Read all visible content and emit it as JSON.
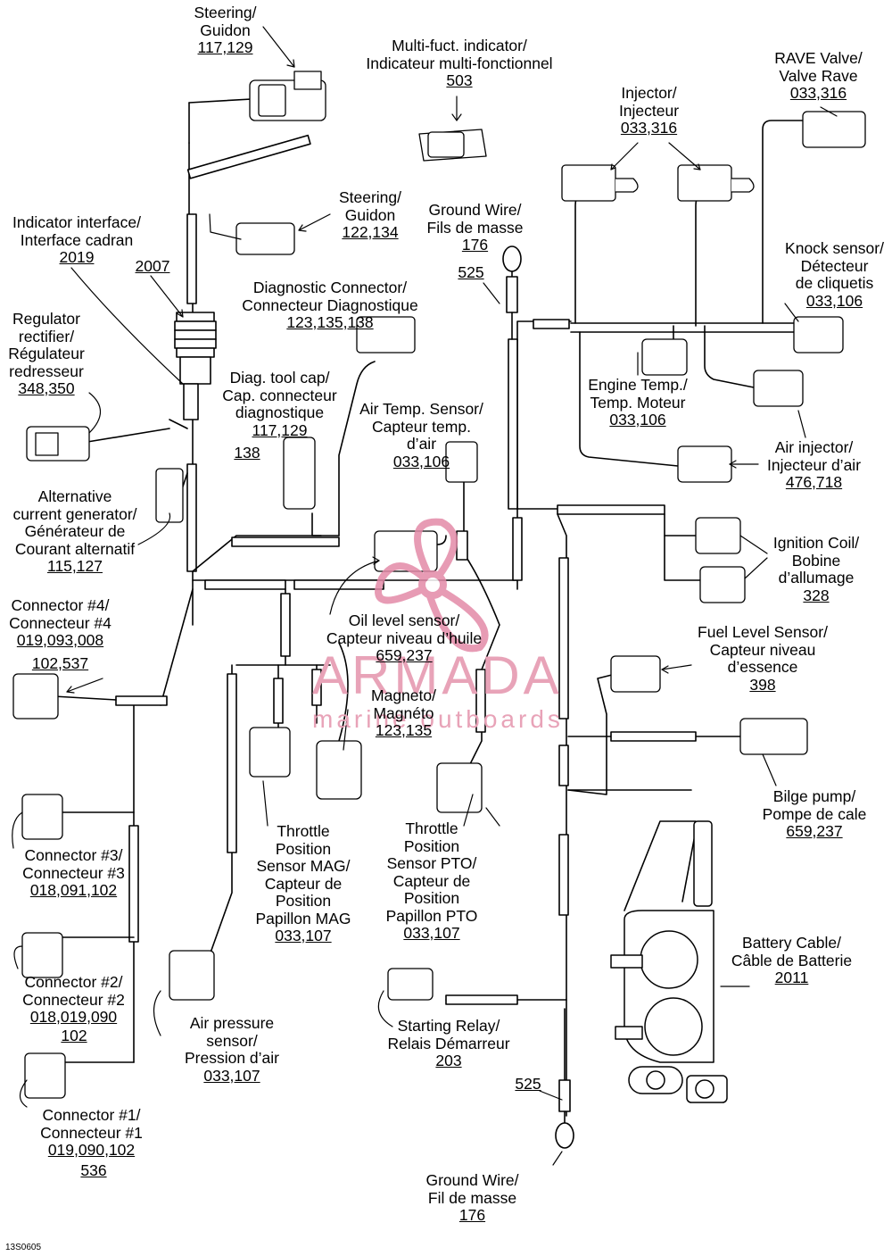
{
  "labels": {
    "steering1": {
      "lines": [
        "Steering/",
        "Guidon"
      ],
      "part": "117,129"
    },
    "multi": {
      "lines": [
        "Multi-fuct. indicator/",
        "Indicateur multi-fonctionnel"
      ],
      "part": "503"
    },
    "rave": {
      "lines": [
        "RAVE Valve/",
        "Valve Rave"
      ],
      "part": "033,316"
    },
    "injector": {
      "lines": [
        "Injector/",
        "Injecteur"
      ],
      "part": "033,316"
    },
    "steering2": {
      "lines": [
        "Steering/",
        "Guidon"
      ],
      "part": "122,134"
    },
    "ground1": {
      "lines": [
        "Ground Wire/",
        "Fils de masse"
      ],
      "part": "176"
    },
    "ref525a": {
      "lines": [],
      "part": "525"
    },
    "knock": {
      "lines": [
        "Knock sensor/",
        "Détecteur",
        "de cliquetis"
      ],
      "part": "033,106"
    },
    "indicator_iface": {
      "lines": [
        "Indicator interface/",
        "Interface cadran"
      ],
      "part": "2019"
    },
    "ref2007": {
      "lines": [],
      "part": "2007"
    },
    "diagconn": {
      "lines": [
        "Diagnostic Connector/",
        "Connecteur Diagnostique"
      ],
      "part": "123,135,138"
    },
    "regulator": {
      "lines": [
        "Regulator",
        "rectifier/",
        "Régulateur",
        "redresseur"
      ],
      "part": "348,350"
    },
    "diagcap": {
      "lines": [
        "Diag. tool cap/",
        "Cap. connecteur",
        "diagnostique"
      ],
      "part": "117,129"
    },
    "ref138": {
      "lines": [],
      "part": "138"
    },
    "airtemp": {
      "lines": [
        "Air Temp. Sensor/",
        "Capteur temp.",
        "d’air"
      ],
      "part": "033,106"
    },
    "enginetemp": {
      "lines": [
        "Engine Temp./",
        "Temp. Moteur"
      ],
      "part": "033,106"
    },
    "airinj": {
      "lines": [
        "Air injector/",
        "Injecteur d’air"
      ],
      "part": "476,718"
    },
    "alternator": {
      "lines": [
        "Alternative",
        "current generator/",
        "Générateur de",
        "Courant alternatif"
      ],
      "part": "115,127"
    },
    "ignition": {
      "lines": [
        "Ignition Coil/",
        "Bobine",
        "d’allumage"
      ],
      "part": "328"
    },
    "conn4": {
      "lines": [
        "Connector #4/",
        "Connecteur #4"
      ],
      "part": "019,093,008"
    },
    "ref102537": {
      "lines": [],
      "part": "102,537"
    },
    "oil": {
      "lines": [
        "Oil level sensor/",
        "Capteur niveau d’huile"
      ],
      "part": "659,237"
    },
    "fuel": {
      "lines": [
        "Fuel Level Sensor/",
        "Capteur niveau",
        "d’essence"
      ],
      "part": "398"
    },
    "magneto": {
      "lines": [
        "Magneto/",
        "Magnéto"
      ],
      "part": "123,135"
    },
    "bilge": {
      "lines": [
        "Bilge pump/",
        "Pompe de cale"
      ],
      "part": "659,237"
    },
    "tpsmag": {
      "lines": [
        "Throttle",
        "Position",
        "Sensor MAG/",
        "Capteur de",
        "Position",
        "Papillon MAG"
      ],
      "part": "033,107"
    },
    "tpspto": {
      "lines": [
        "Throttle",
        "Position",
        "Sensor PTO/",
        "Capteur de",
        "Position",
        "Papillon PTO"
      ],
      "part": "033,107"
    },
    "conn3": {
      "lines": [
        "Connector #3/",
        "Connecteur #3"
      ],
      "part": "018,091,102"
    },
    "battery": {
      "lines": [
        "Battery Cable/",
        "Câble de Batterie"
      ],
      "part": "2011"
    },
    "conn2": {
      "lines": [
        "Connector #2/",
        "Connecteur #2"
      ],
      "part": "018,019,090"
    },
    "ref102": {
      "lines": [],
      "part": "102"
    },
    "airpress": {
      "lines": [
        "Air pressure",
        "sensor/",
        "Pression d’air"
      ],
      "part": "033,107"
    },
    "starter": {
      "lines": [
        "Starting Relay/",
        "Relais Démarreur"
      ],
      "part": "203"
    },
    "conn1": {
      "lines": [
        "Connector #1/",
        "Connecteur #1"
      ],
      "part": "019,090,102"
    },
    "ref536": {
      "lines": [],
      "part": "536"
    },
    "ref525b": {
      "lines": [],
      "part": "525"
    },
    "ground2": {
      "lines": [
        "Ground Wire/",
        "Fil de masse"
      ],
      "part": "176"
    }
  },
  "watermark": {
    "brand": "ARMADA",
    "tagline": "marine outboards",
    "color": "#e38aa8"
  },
  "figure_code": "13S0605",
  "colors": {
    "line": "#000000",
    "fill": "#ffffff",
    "connector": "#bdbdbd"
  }
}
